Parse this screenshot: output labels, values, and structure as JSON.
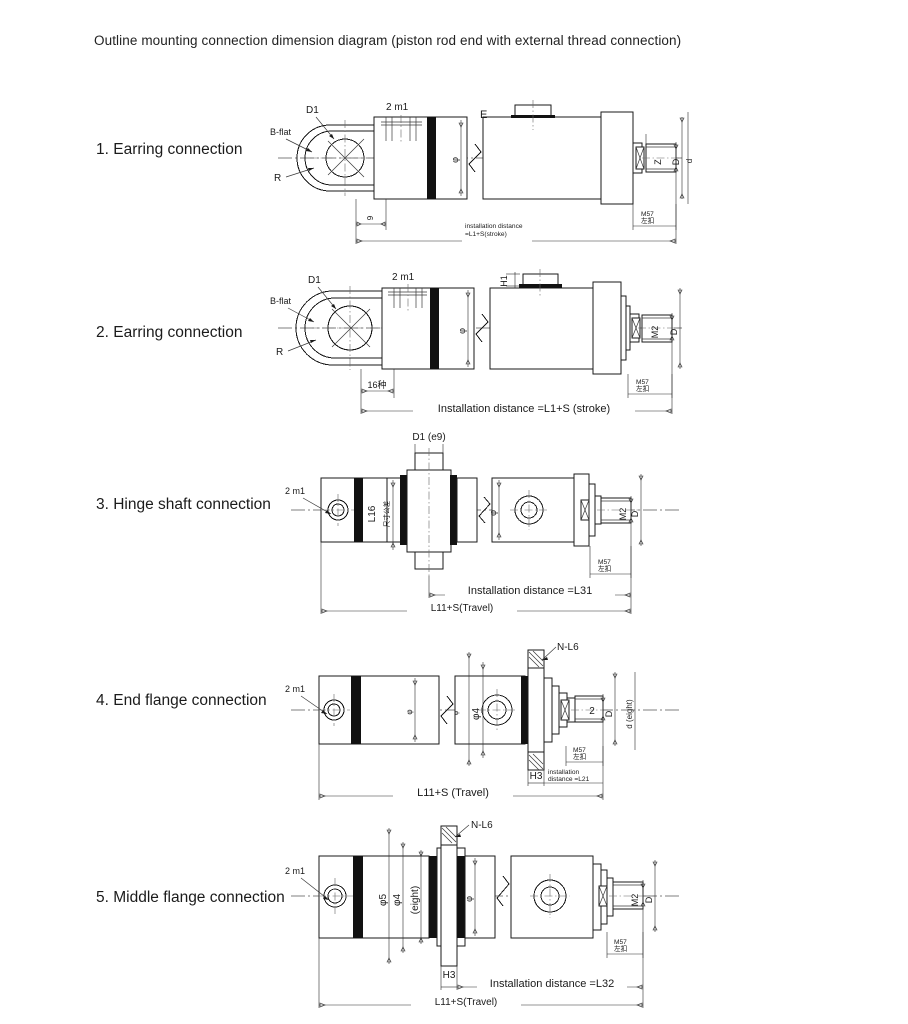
{
  "page": {
    "title": "Outline mounting connection dimension diagram (piston rod end with external thread connection)"
  },
  "figures": [
    {
      "index": "1",
      "label": "1. Earring connection",
      "labels": {
        "d1": "D1",
        "bflat": "B-flat",
        "r": "R",
        "m1": "2 m1",
        "bore": "φ",
        "e": "E",
        "earring_len": "9",
        "z": "Z",
        "d_cap": "D",
        "d_small": "d",
        "thread_note_top": "M57",
        "thread_note_bot": "左扣",
        "install1": "installation distance",
        "install2": "=L1+S(stroke)"
      }
    },
    {
      "index": "2",
      "label": "2. Earring connection",
      "labels": {
        "d1": "D1",
        "bflat": "B-flat",
        "r": "R",
        "m1": "2 m1",
        "bore": "φ",
        "h1": "H1",
        "earring_len": "16种",
        "m2": "M2",
        "d_cap": "D",
        "thread_note_top": "M57",
        "thread_note_bot": "左扣",
        "install": "Installation distance =L1+S (stroke)"
      }
    },
    {
      "index": "3",
      "label": "3. Hinge shaft connection",
      "labels": {
        "d1e9": "D1 (e9)",
        "m1": "2 m1",
        "l16": "L16",
        "l16_sub": "尺寸公差",
        "bore": "φ",
        "m2": "M2",
        "d_cap": "D",
        "thread_note_top": "M57",
        "thread_note_bot": "左扣",
        "install": "Installation distance =L31",
        "total": "L11+S(Travel)"
      }
    },
    {
      "index": "4",
      "label": "4. End flange connection",
      "labels": {
        "m1": "2 m1",
        "nl6": "N-L6",
        "phi4": "φ4",
        "bore": "φ",
        "bore2": "φ",
        "z": "2",
        "d_cap": "D",
        "d_eight": "d (eight)",
        "h3": "H3",
        "thread_note_top": "M57",
        "thread_note_bot": "左扣",
        "install1": "installation",
        "install2": "distance =L21",
        "total": "L11+S (Travel)"
      }
    },
    {
      "index": "5",
      "label": "5. Middle flange connection",
      "labels": {
        "m1": "2 m1",
        "nl6": "N-L6",
        "phi5": "φ5",
        "phi4": "φ4",
        "d_eight": "(eight)",
        "bore": "φ",
        "m2": "M2",
        "d_cap": "D",
        "h3": "H3",
        "thread_note_top": "M57",
        "thread_note_bot": "左扣",
        "install": "Installation distance =L32",
        "total": "L11+S(Travel)"
      }
    }
  ]
}
